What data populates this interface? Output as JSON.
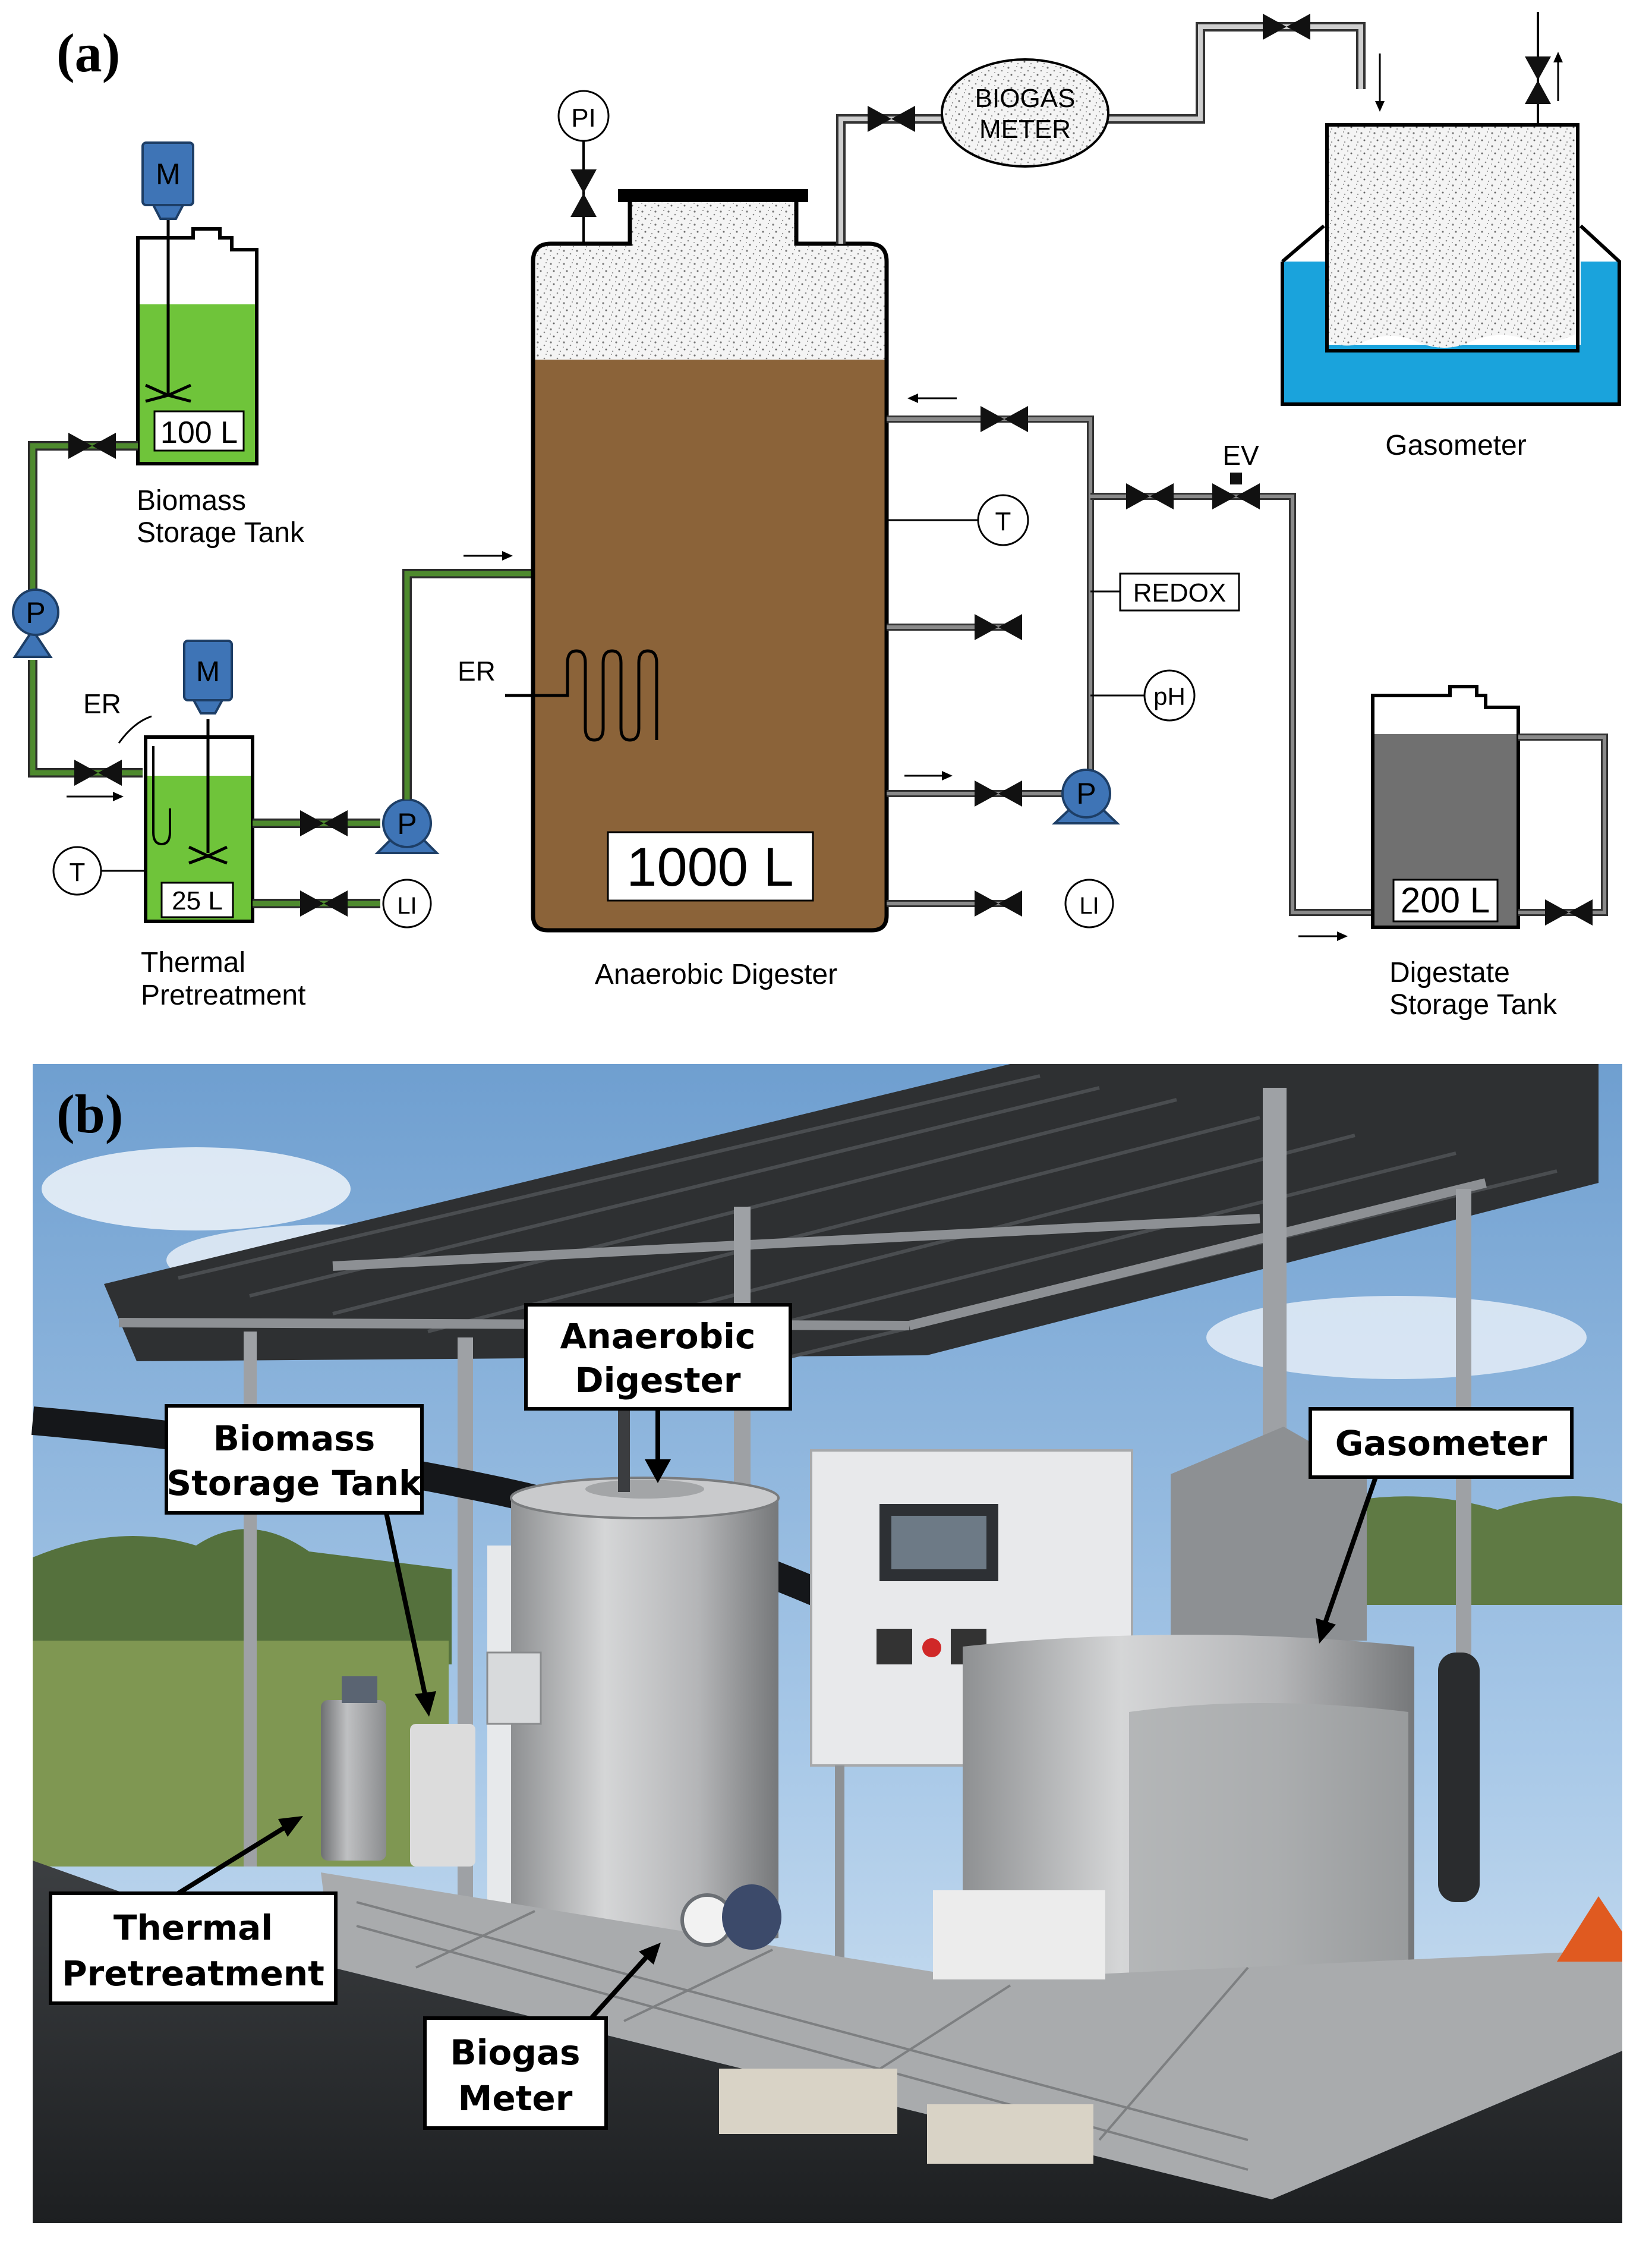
{
  "panel_a": {
    "label": "(a)",
    "symbols": {
      "motor": "M",
      "pump": "P",
      "pressure_indicator": "PI",
      "temperature": "T",
      "level_indicator": "LI",
      "ph": "pH",
      "redox": "REDOX",
      "electric_resistance": "ER",
      "electrovalve": "EV"
    },
    "meter": {
      "line1": "BIOGAS",
      "line2": "METER"
    },
    "volumes": {
      "biomass_tank": "100 L",
      "pretreatment": "25 L",
      "digester": "1000 L",
      "digestate_tank": "200 L"
    },
    "captions": {
      "biomass_line1": "Biomass",
      "biomass_line2": "Storage Tank",
      "thermal_line1": "Thermal",
      "thermal_line2": "Pretreatment",
      "digester": "Anaerobic Digester",
      "gasometer": "Gasometer",
      "digestate_line1": "Digestate",
      "digestate_line2": "Storage Tank"
    },
    "colors": {
      "biomass_green": "#6fc43a",
      "pipe_green": "#4e8a2e",
      "digester_brown": "#8b6339",
      "water_blue": "#1aa3dc",
      "digestate_gray": "#707070",
      "pump_blue": "#3e74b6"
    }
  },
  "panel_b": {
    "label": "(b)",
    "callouts": {
      "anaerobic_line1": "Anaerobic",
      "anaerobic_line2": "Digester",
      "biomass_line1": "Biomass",
      "biomass_line2": "Storage Tank",
      "gasometer": "Gasometer",
      "thermal_line1": "Thermal",
      "thermal_line2": "Pretreatment",
      "meter_line1": "Biogas",
      "meter_line2": "Meter"
    }
  }
}
